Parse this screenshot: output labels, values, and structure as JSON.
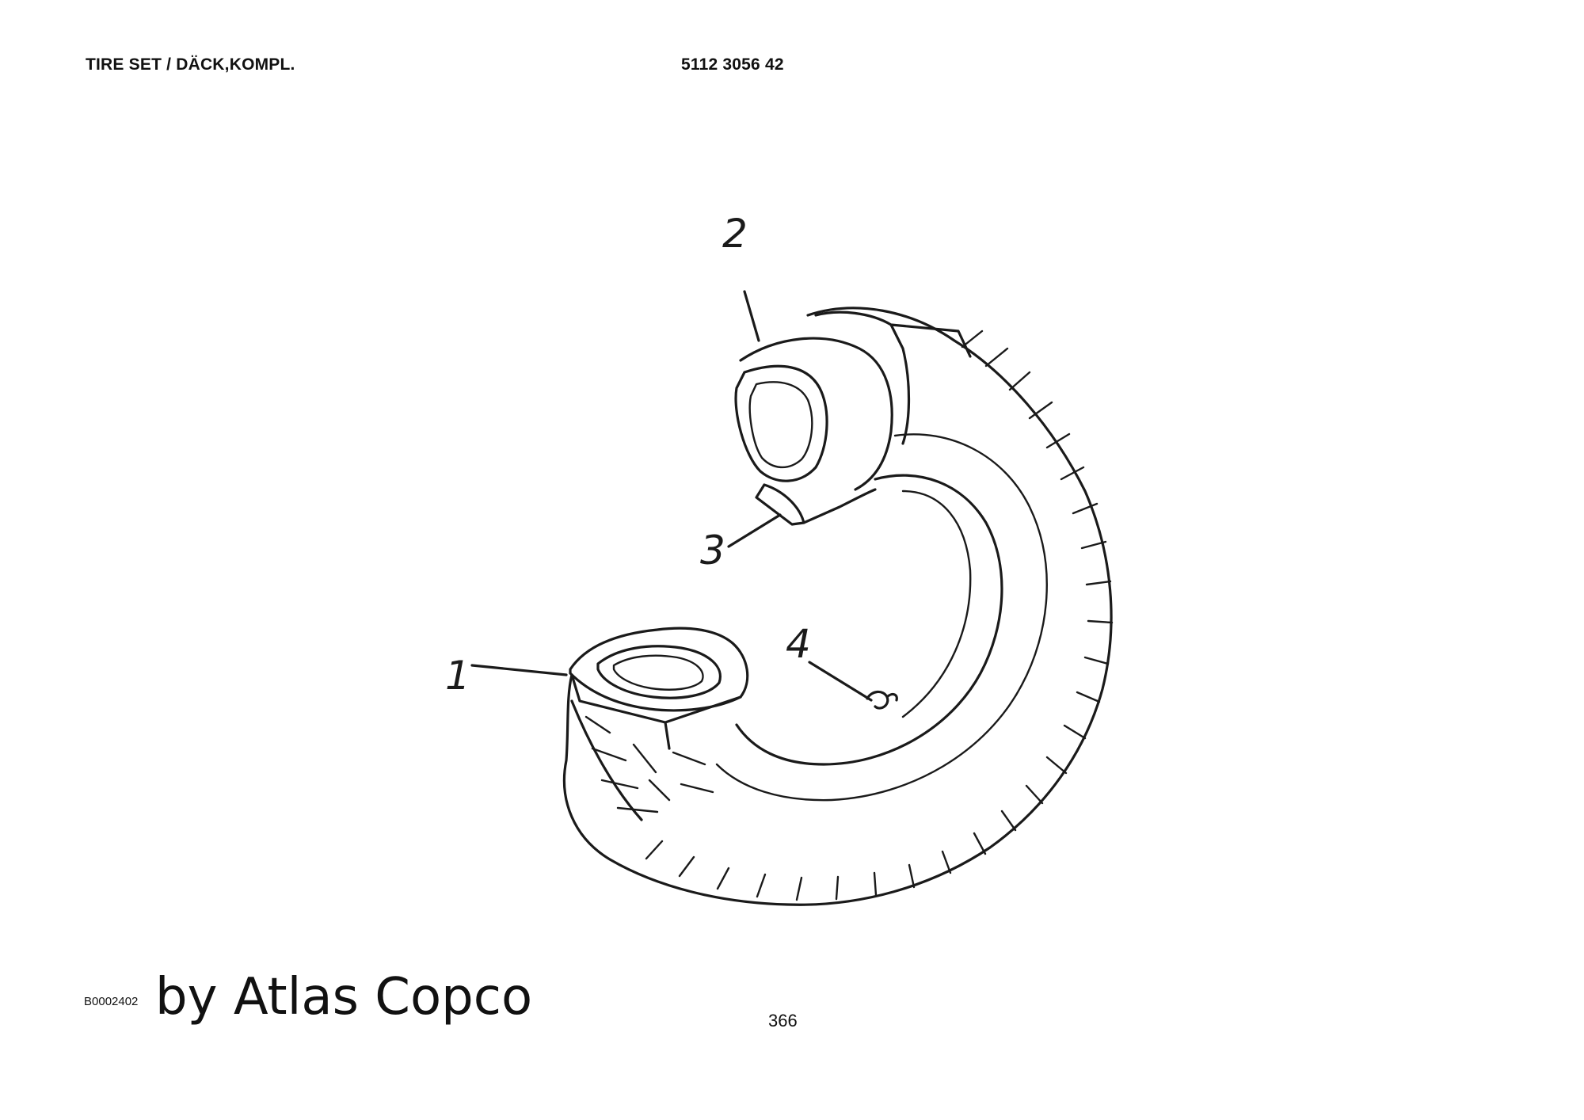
{
  "header": {
    "title": "TIRE SET / DÄCK,KOMPL.",
    "part_number": "5112 3056 42"
  },
  "drawing": {
    "callouts": [
      "1",
      "2",
      "3",
      "4"
    ]
  },
  "footer": {
    "image_code": "B0002402",
    "watermark": "by Atlas Copco",
    "page_number": "366"
  }
}
